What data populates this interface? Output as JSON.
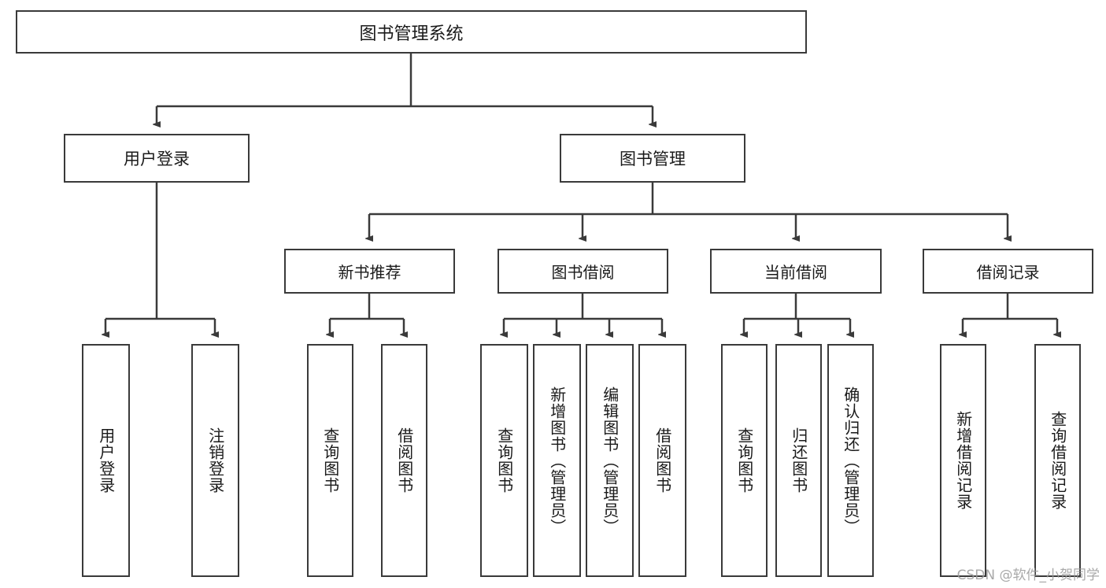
{
  "diagram": {
    "title": "图书管理系统",
    "type": "tree",
    "watermark": "CSDN @软件_小贺同学",
    "colors": {
      "box_border": "#3a3a3a",
      "box_fill": "#ffffff",
      "edge": "#3a3a3a",
      "text": "#1a1a1a",
      "watermark": "#9a9a9a"
    },
    "root": {
      "label": "图书管理系统"
    },
    "level1": [
      {
        "label": "用户登录"
      },
      {
        "label": "图书管理"
      }
    ],
    "level2": [
      {
        "label": "新书推荐"
      },
      {
        "label": "图书借阅"
      },
      {
        "label": "当前借阅"
      },
      {
        "label": "借阅记录"
      }
    ],
    "leaves": {
      "user_login": [
        {
          "label": "用户登录"
        },
        {
          "label": "注销登录"
        }
      ],
      "new_book_recommend": [
        {
          "label": "查询图书"
        },
        {
          "label": "借阅图书"
        }
      ],
      "book_borrow": [
        {
          "label": "查询图书"
        },
        {
          "label": "新增图书（管理员）"
        },
        {
          "label": "编辑图书（管理员）"
        },
        {
          "label": "借阅图书"
        }
      ],
      "current_borrow": [
        {
          "label": "查询图书"
        },
        {
          "label": "归还图书"
        },
        {
          "label": "确认归还（管理员）"
        }
      ],
      "borrow_record": [
        {
          "label": "新增借阅记录"
        },
        {
          "label": "查询借阅记录"
        }
      ]
    }
  }
}
